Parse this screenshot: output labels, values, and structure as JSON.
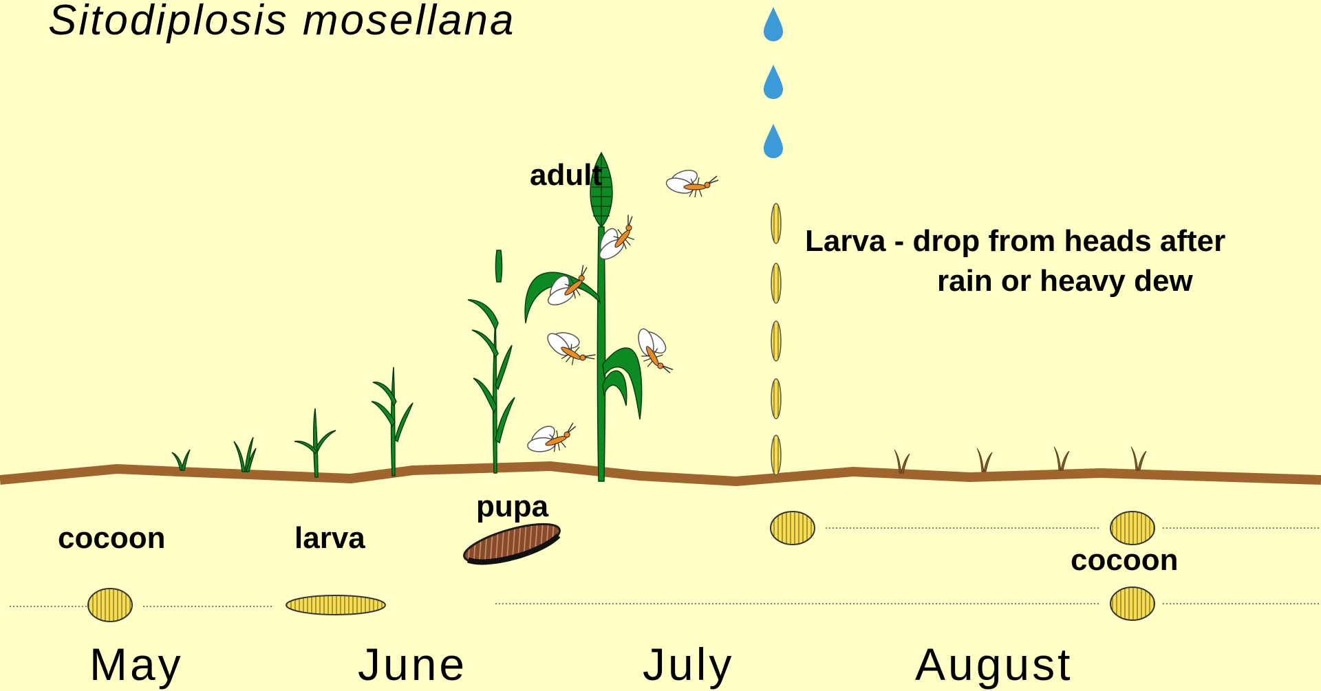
{
  "title": "Sitodiplosis mosellana",
  "stages": {
    "adult": "adult",
    "pupa": "pupa",
    "cocoon_left": "cocoon",
    "larva": "larva",
    "cocoon_right": "cocoon"
  },
  "note": {
    "line1": "Larva - drop from heads after",
    "line2": "rain or heavy dew"
  },
  "months": [
    "May",
    "June",
    "July",
    "August"
  ],
  "colors": {
    "background": "#ffffc6",
    "soil": "#a0652e",
    "plant": "#0e8a22",
    "plant_outline": "#0a3a12",
    "rain_drop": "#3d9ad8",
    "cocoon": "#f5dd56",
    "pupa": "#8b4a2b",
    "insect_body": "#f08a1c"
  }
}
